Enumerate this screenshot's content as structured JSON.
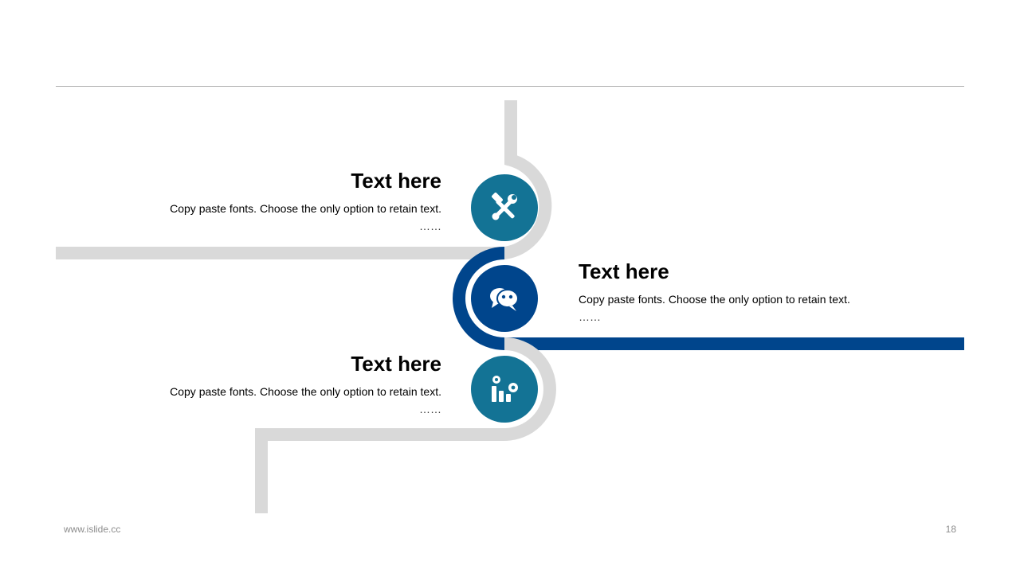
{
  "colors": {
    "teal": "#137395",
    "navy": "#00458c",
    "gray_path": "#d9d9d9",
    "rule": "#b3b3b3"
  },
  "items": [
    {
      "heading": "Text here",
      "body": "Copy paste fonts. Choose the only option to retain text.",
      "ellipsis": "……",
      "icon": "tools-icon"
    },
    {
      "heading": "Text here",
      "body": "Copy paste fonts. Choose the only option to retain text.",
      "ellipsis": "……",
      "icon": "chat-bubbles-icon"
    },
    {
      "heading": "Text here",
      "body": "Copy paste fonts. Choose the only option to retain text.",
      "ellipsis": "……",
      "icon": "chart-gear-icon"
    }
  ],
  "footer": {
    "website": "www.islide.cc",
    "page_number": "18"
  }
}
